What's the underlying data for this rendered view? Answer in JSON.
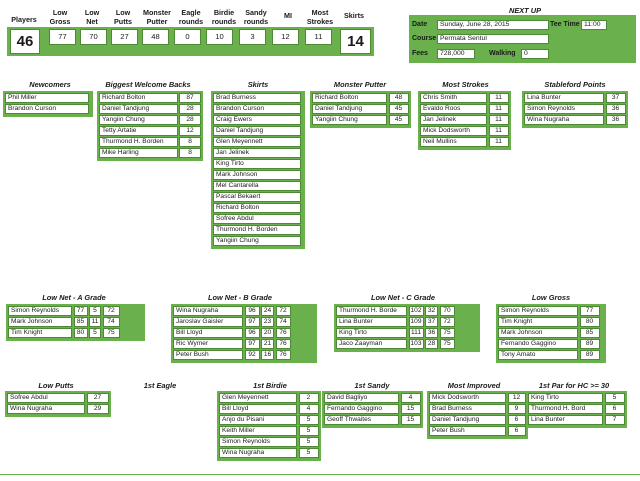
{
  "stats": {
    "headers": [
      "Players",
      "Low Gross",
      "Low Net",
      "Low Putts",
      "Monster Putter",
      "Eagle rounds",
      "Birdie rounds",
      "Sandy rounds",
      "MI",
      "Most Strokes",
      "Skirts"
    ],
    "players": "46",
    "values": [
      "77",
      "70",
      "27",
      "48",
      "0",
      "10",
      "3",
      "12",
      "11"
    ],
    "skirts": "14"
  },
  "next_up": {
    "title": "NEXT UP",
    "date_label": "Date",
    "date_value": "Sunday, June 28, 2015",
    "tee_label": "Tee Time",
    "tee_value": "11:00",
    "course_label": "Course",
    "course_value": "Permata Sentul",
    "fees_label": "Fees",
    "fees_value": "728,000",
    "walking_label": "Walking",
    "walking_value": "0"
  },
  "newcomers": {
    "title": "Newcomers",
    "rows": [
      [
        "Phil Miller"
      ],
      [
        "Brandon Curson"
      ]
    ]
  },
  "welcome_backs": {
    "title": "Biggest Welcome Backs",
    "rows": [
      [
        "Richard Bolton",
        "87"
      ],
      [
        "Daniel Tandjung",
        "28"
      ],
      [
        "Yangiin Chung",
        "28"
      ],
      [
        "Tetty Artatie",
        "12"
      ],
      [
        "Thurmond H. Borden",
        "8"
      ],
      [
        "Mike Harling",
        "8"
      ]
    ]
  },
  "skirts": {
    "title": "Skirts",
    "rows": [
      [
        "Brad Burness"
      ],
      [
        "Brandon Curson"
      ],
      [
        "Craig Ewers"
      ],
      [
        "Daniel Tandjung"
      ],
      [
        "Glen Meyennett"
      ],
      [
        "Jan Jelinek"
      ],
      [
        "King Tirto"
      ],
      [
        "Mark Johnson"
      ],
      [
        "Mel Cantarella"
      ],
      [
        "Pascal Bekaert"
      ],
      [
        "Richard Bolton"
      ],
      [
        "Sofree Abdul"
      ],
      [
        "Thurmond H. Borden"
      ],
      [
        "Yangiin Chung"
      ]
    ]
  },
  "monster_putter": {
    "title": "Monster Putter",
    "rows": [
      [
        "Richard Bolton",
        "48"
      ],
      [
        "Daniel Tandjung",
        "45"
      ],
      [
        "Yangiin Chung",
        "45"
      ]
    ]
  },
  "most_strokes": {
    "title": "Most Strokes",
    "rows": [
      [
        "Chris Smith",
        "11"
      ],
      [
        "Evaldo Roos",
        "11"
      ],
      [
        "Jan Jelinek",
        "11"
      ],
      [
        "Mick Dodsworth",
        "11"
      ],
      [
        "Neil Mullins",
        "11"
      ]
    ]
  },
  "stableford": {
    "title": "Stableford Points",
    "rows": [
      [
        "Lina Bunter",
        "37"
      ],
      [
        "Simon Reynolds",
        "36"
      ],
      [
        "Wina Nugraha",
        "36"
      ]
    ]
  },
  "low_net_a": {
    "title": "Low Net - A Grade",
    "rows": [
      [
        "Simon Reynolds",
        "77",
        "5",
        "72"
      ],
      [
        "Mark Johnson",
        "85",
        "11",
        "74"
      ],
      [
        "Tim Knight",
        "80",
        "5",
        "75"
      ]
    ]
  },
  "low_net_b": {
    "title": "Low Net - B Grade",
    "rows": [
      [
        "Wina Nugraha",
        "96",
        "24",
        "72"
      ],
      [
        "Jaroslav Gaisler",
        "97",
        "23",
        "74"
      ],
      [
        "Bill Lloyd",
        "96",
        "20",
        "76"
      ],
      [
        "Ric Wymer",
        "97",
        "21",
        "76"
      ],
      [
        "Peter Bush",
        "92",
        "16",
        "76"
      ]
    ]
  },
  "low_net_c": {
    "title": "Low Net - C Grade",
    "rows": [
      [
        "Thurmond H. Borde",
        "102",
        "32",
        "70"
      ],
      [
        "Lina Bunter",
        "109",
        "37",
        "72"
      ],
      [
        "King Tirto",
        "111",
        "36",
        "75"
      ],
      [
        "Jaco Zaayman",
        "103",
        "28",
        "75"
      ]
    ]
  },
  "low_gross": {
    "title": "Low Gross",
    "rows": [
      [
        "Simon Reynolds",
        "77"
      ],
      [
        "Tim Knight",
        "80"
      ],
      [
        "Mark Johnson",
        "85"
      ],
      [
        "Fernando Gaggino",
        "89"
      ],
      [
        "Tony Amato",
        "89"
      ]
    ]
  },
  "low_putts": {
    "title": "Low Putts",
    "rows": [
      [
        "Sofree Abdul",
        "27"
      ],
      [
        "Wina Nugraha",
        "29"
      ]
    ]
  },
  "first_eagle": {
    "title": "1st Eagle",
    "rows": []
  },
  "first_birdie": {
    "title": "1st Birdie",
    "rows": [
      [
        "Glen Meyennett",
        "2"
      ],
      [
        "Bill Lloyd",
        "4"
      ],
      [
        "Anjo du Pisani",
        "5"
      ],
      [
        "Keith Miller",
        "5"
      ],
      [
        "Simon Reynolds",
        "5"
      ],
      [
        "Wina Nugraha",
        "5"
      ]
    ]
  },
  "first_sandy": {
    "title": "1st Sandy",
    "rows": [
      [
        "David Bagliyo",
        "4"
      ],
      [
        "Fernando Gaggino",
        "15"
      ],
      [
        "Geoff Thwaites",
        "15"
      ]
    ]
  },
  "most_improved": {
    "title": "Most Improved",
    "rows": [
      [
        "Mick Dodsworth",
        "12"
      ],
      [
        "Brad Burness",
        "9"
      ],
      [
        "Daniel Tandjung",
        "6"
      ],
      [
        "Peter Bush",
        "6"
      ]
    ]
  },
  "first_par": {
    "title": "1st Par for HC >= 30",
    "rows": [
      [
        "King Tirto",
        "5"
      ],
      [
        "Thurmond H. Bord",
        "6"
      ],
      [
        "Lina Bunter",
        "7"
      ]
    ]
  },
  "colors": {
    "accent": "#6ab04c",
    "border": "#4e8a35"
  }
}
